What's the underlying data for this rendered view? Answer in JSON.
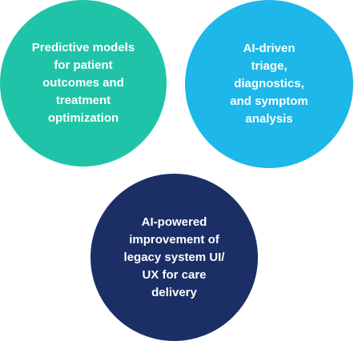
{
  "circles": [
    {
      "text": "Predictive models\nfor patient\noutcomes and\ntreatment\noptimization",
      "color": "#1fc4a8"
    },
    {
      "text": "AI-driven\ntriage,\ndiagnostics,\nand symptom\nanalysis",
      "color": "#1db7ea"
    },
    {
      "text": "AI-powered\nimprovement of\nlegacy system UI/\nUX for care\ndelivery",
      "color": "#1b2f66"
    }
  ]
}
